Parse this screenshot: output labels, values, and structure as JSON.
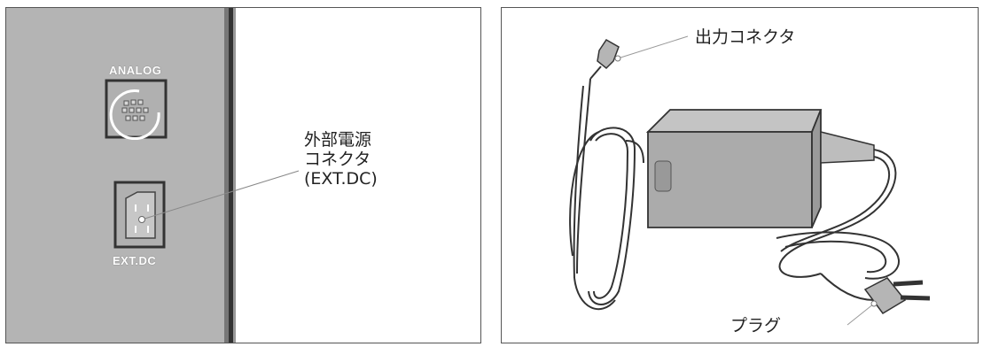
{
  "left": {
    "port_analog_label": "ANALOG",
    "port_dc_label": "EXT.DC",
    "callout_lines": [
      "外部電源",
      "コネクタ",
      "(EXT.DC)"
    ]
  },
  "right": {
    "output_connector_label": "出力コネクタ",
    "plug_label": "プラグ"
  }
}
